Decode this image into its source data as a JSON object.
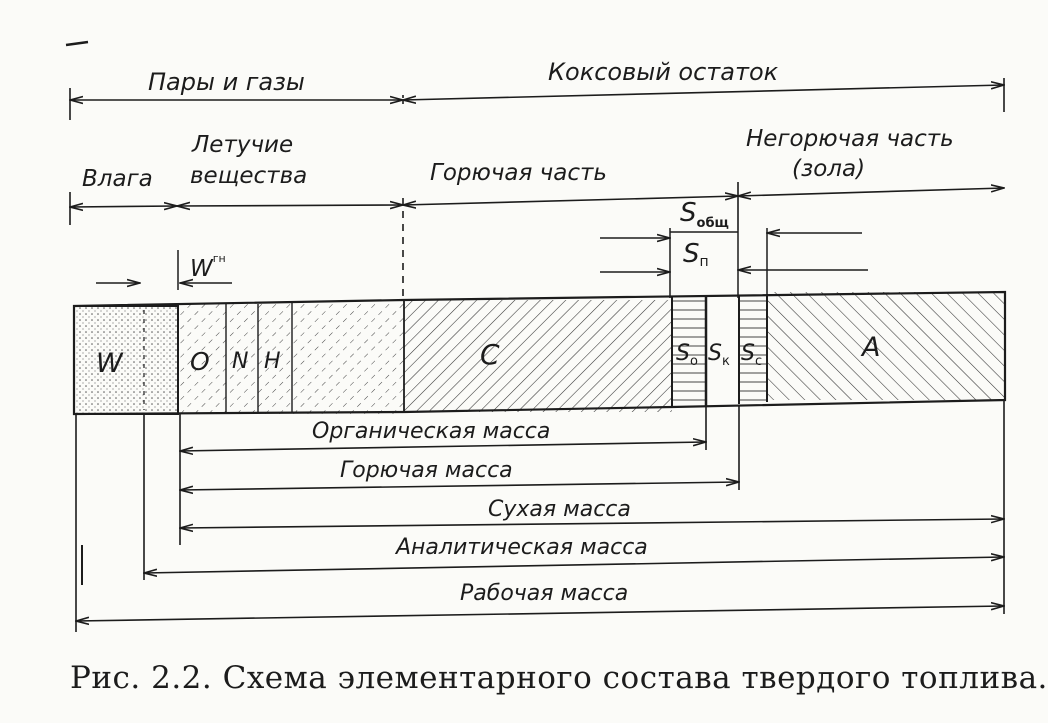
{
  "top": {
    "vapors_gases": "Пары и газы",
    "coke_residue": "Коксовый остаток"
  },
  "second": {
    "moisture": "Влага",
    "volatiles_line1": "Летучие",
    "volatiles_line2": "вещества",
    "combustible_part": "Горючая часть",
    "noncombustible_line1": "Негорючая часть",
    "noncombustible_line2": "(зола)"
  },
  "sulfur": {
    "s_total": "S",
    "s_total_sub": "общ",
    "s_p": "S",
    "s_p_sub": "п",
    "w_hygro": "W",
    "w_hygro_sup": "гн"
  },
  "bar": {
    "W": "W",
    "O": "O",
    "N": "N",
    "H": "H",
    "C": "C",
    "S_o": "S",
    "S_o_sub": "о",
    "S_k": "S",
    "S_k_sub": "к",
    "S_c": "S",
    "S_c_sub": "с",
    "A": "A"
  },
  "masses": {
    "organic": "Органическая масса",
    "combustible": "Горючая масса",
    "dry": "Сухая масса",
    "analytic": "Аналитическая масса",
    "working": "Рабочая масса"
  },
  "caption": "Рис. 2.2. Схема элементарного состава твердого топлива."
}
